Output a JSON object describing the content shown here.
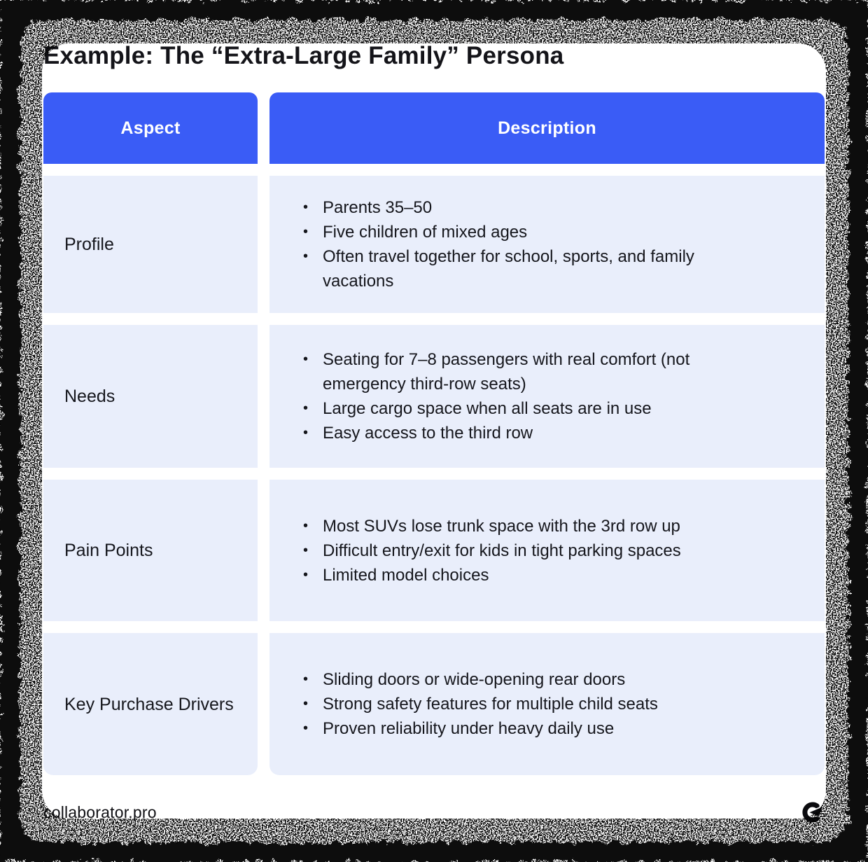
{
  "page": {
    "title": "Example: The “Extra-Large Family” Persona"
  },
  "table": {
    "bullet_char": "•",
    "headers": [
      {
        "label": "Aspect"
      },
      {
        "label": "Description"
      }
    ],
    "rows": [
      {
        "aspect": "Profile",
        "bullets": [
          "Parents 35–50",
          "Five children of mixed ages",
          "Often travel together for school, sports, and family vacations"
        ]
      },
      {
        "aspect": "Needs",
        "bullets": [
          "Seating for 7–8 passengers with real comfort (not emergency third-row seats)",
          "Large cargo space when all seats are in use",
          "Easy access to the third row"
        ]
      },
      {
        "aspect": "Pain Points",
        "bullets": [
          "Most SUVs lose trunk space with the 3rd row up",
          "Difficult entry/exit for kids in tight parking spaces",
          "Limited model choices"
        ]
      },
      {
        "aspect": "Key Purchase Drivers",
        "bullets": [
          "Sliding doors or wide-opening rear doors",
          "Strong safety features for multiple child seats",
          "Proven reliability under heavy daily use"
        ]
      }
    ]
  },
  "footer": {
    "brand": "collaborator.pro",
    "logo_icon": "collaborator-logo"
  },
  "colors": {
    "accent_blue": "#3a5cf6",
    "row_bg": "#e9eefb",
    "header_text": "#ffffff",
    "body_text": "#15161c",
    "frame_black": "#0a0a0a",
    "card_bg": "#ffffff"
  }
}
